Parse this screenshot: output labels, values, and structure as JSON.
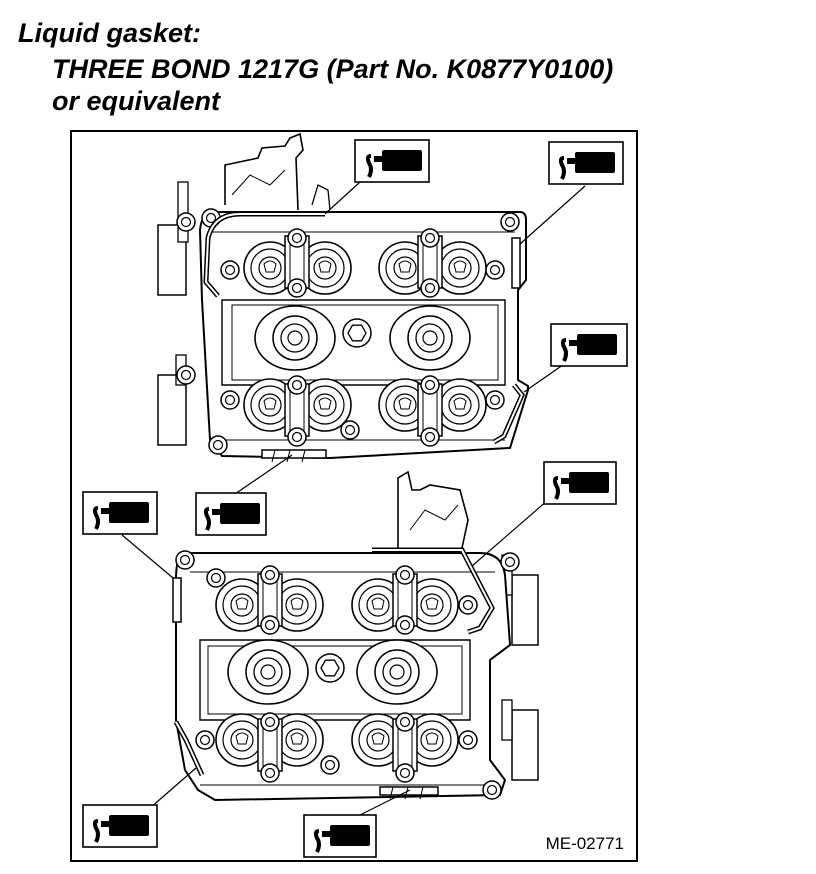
{
  "heading": {
    "line1": "Liquid gasket:",
    "line2": "THREE BOND 1217G (Part No. K0877Y0100)",
    "line3": "or equivalent"
  },
  "figure_code": "ME-02771",
  "colors": {
    "ink": "#000000",
    "paper": "#ffffff"
  },
  "icons": {
    "sealant": "sealant-tube-icon"
  }
}
